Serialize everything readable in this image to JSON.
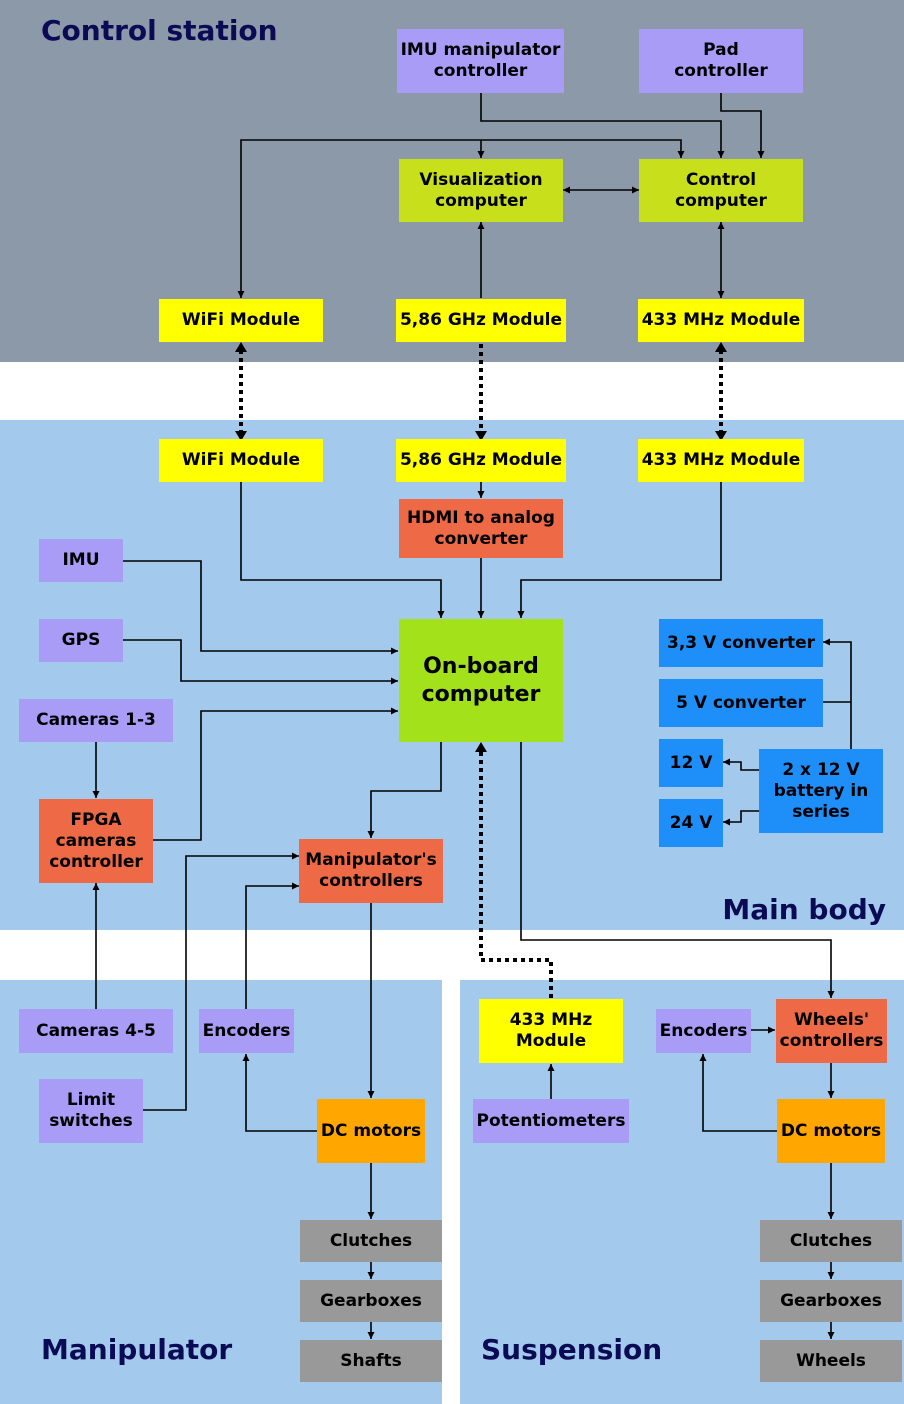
{
  "regions": {
    "control_station": "Control station",
    "main_body": "Main body",
    "manipulator": "Manipulator",
    "suspension": "Suspension"
  },
  "colors": {
    "control_station_bg": "#8c99a8",
    "body_bg": "#a3c9ec",
    "sensor": "#a99cf7",
    "radio": "#ffff00",
    "computer": "#c8e01c",
    "onboard": "#a3e21a",
    "controller": "#ee6a47",
    "power": "#1e8ff8",
    "motor": "#ffa600",
    "mechanical": "#999999"
  },
  "boxes": {
    "imu_manipulator_controller": "IMU manipulator\ncontroller",
    "pad_controller": "Pad\ncontroller",
    "visualization_computer": "Visualization\ncomputer",
    "control_computer": "Control\ncomputer",
    "cs_wifi": "WiFi Module",
    "cs_586": "5,86 GHz Module",
    "cs_433": "433 MHz Module",
    "mb_wifi": "WiFi Module",
    "mb_586": "5,86 GHz Module",
    "mb_433": "433 MHz Module",
    "hdmi_converter": "HDMI to analog\nconverter",
    "imu": "IMU",
    "gps": "GPS",
    "cameras_1_3": "Cameras 1-3",
    "fpga": "FPGA\ncameras\ncontroller",
    "onboard_computer": "On-board\ncomputer",
    "manip_controllers": "Manipulator's\ncontrollers",
    "conv_33": "3,3 V converter",
    "conv_5": "5 V converter",
    "v12": "12 V",
    "v24": "24 V",
    "battery": "2 x 12 V\nbattery in\nseries",
    "cameras_4_5": "Cameras 4-5",
    "m_encoders": "Encoders",
    "limit_switches": "Limit\nswitches",
    "m_dc_motors": "DC motors",
    "m_clutches": "Clutches",
    "m_gearboxes": "Gearboxes",
    "shafts": "Shafts",
    "s_433": "433 MHz\nModule",
    "potentiometers": "Potentiometers",
    "s_encoders": "Encoders",
    "wheels_controllers": "Wheels'\ncontrollers",
    "s_dc_motors": "DC motors",
    "s_clutches": "Clutches",
    "s_gearboxes": "Gearboxes",
    "wheels": "Wheels"
  }
}
